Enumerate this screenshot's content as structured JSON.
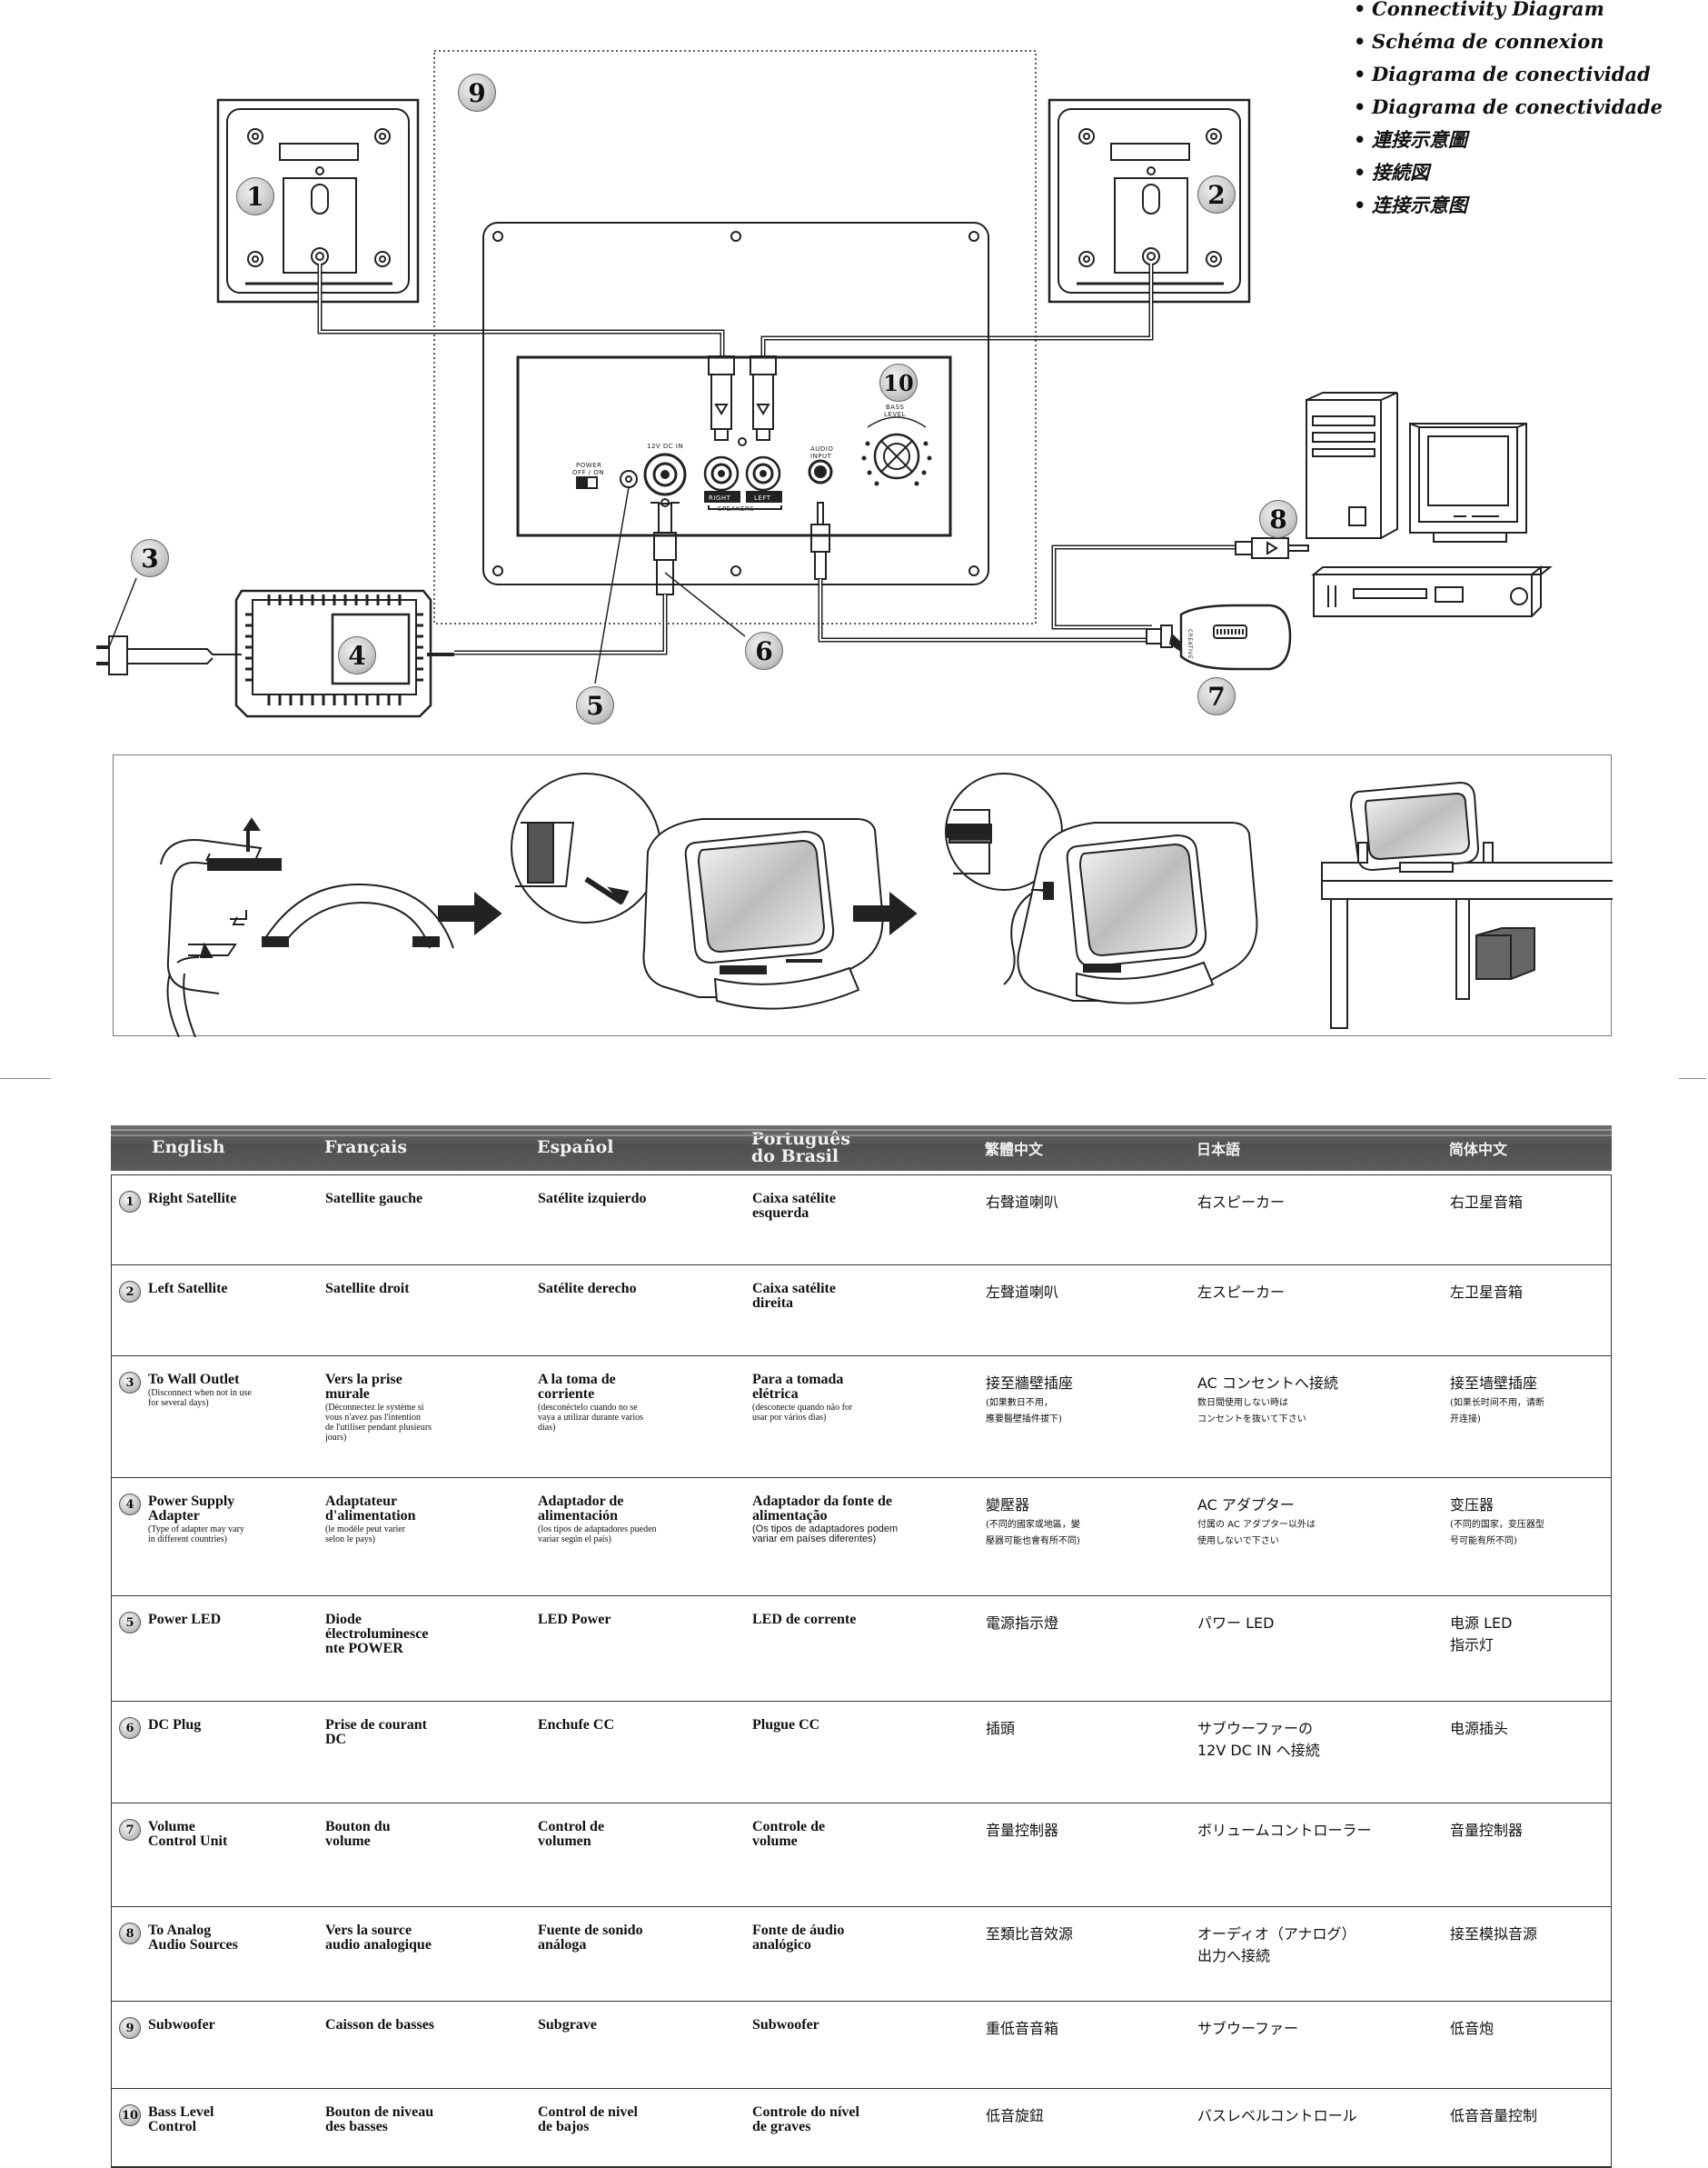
{
  "titles": [
    "Connectivity Diagram",
    "Schéma de connexion",
    "Diagrama de conectividad",
    "Diagrama de conectividade",
    "連接示意圖",
    "接続図",
    "连接示意图"
  ],
  "panel": {
    "power_label": "POWER",
    "power_states": "OFF / ON",
    "dc_in_label": "12V DC IN",
    "speakers_label": "SPEAKERS",
    "right_label": "RIGHT",
    "left_label": "LEFT",
    "audio_input_label": "AUDIO\nINPUT",
    "bass_level_label": "BASS\nLEVEL",
    "volume_brand": "CREATIVE"
  },
  "callouts": [
    "1",
    "2",
    "3",
    "4",
    "5",
    "6",
    "7",
    "8",
    "9",
    "10"
  ],
  "legend": {
    "headers": [
      "English",
      "Français",
      "Español",
      "Português\ndo Brasil",
      "繁體中文",
      "日本語",
      "简体中文"
    ],
    "rows": [
      {
        "num": "1",
        "cells": [
          {
            "text": "Right Satellite"
          },
          {
            "text": "Satellite gauche"
          },
          {
            "text": "Satélite izquierdo"
          },
          {
            "text": "Caixa satélite\nesquerda"
          },
          {
            "text": "右聲道喇叭"
          },
          {
            "text": "右スピーカー"
          },
          {
            "text": "右卫星音箱"
          }
        ]
      },
      {
        "num": "2",
        "cells": [
          {
            "text": "Left Satellite"
          },
          {
            "text": "Satellite droit"
          },
          {
            "text": "Satélite derecho"
          },
          {
            "text": "Caixa satélite\ndireita"
          },
          {
            "text": "左聲道喇叭"
          },
          {
            "text": "左スピーカー"
          },
          {
            "text": "左卫星音箱"
          }
        ]
      },
      {
        "num": "3",
        "cells": [
          {
            "text": "To Wall Outlet",
            "note": "(Disconnect when not in use\nfor several days)"
          },
          {
            "text": "Vers la prise\nmurale",
            "note": "(Déconnectez le système si\nvous n'avez pas l'intention\nde l'utiliser pendant plusieurs\njours)"
          },
          {
            "text": "A la toma de\ncorriente",
            "note": "(desconéctelo cuando no se\nvaya a utilizar durante varios\ndías)"
          },
          {
            "text": "Para a tomada\nelétrica",
            "note": "(desconecte quando não for\nusar por vários dias)"
          },
          {
            "text": "接至牆壁插座",
            "note": "(如果數日不用，\n應要醫壁插件拔下)"
          },
          {
            "text": "AC コンセントへ接続",
            "note": "数日間使用しない時は\nコンセントを抜いて下さい"
          },
          {
            "text": "接至墙壁插座",
            "note": "(如果长时间不用，请断\n开连接)"
          }
        ]
      },
      {
        "num": "4",
        "cells": [
          {
            "text": "Power Supply\nAdapter",
            "note": "(Type of adapter may vary\nin different countries)"
          },
          {
            "text": "Adaptateur\nd'alimentation",
            "note": "(le modèle peut varier\nselon le pays)"
          },
          {
            "text": "Adaptador de\nalimentación",
            "note": "(los tipos de adaptadores pueden\nvariar según el país)"
          },
          {
            "text": "Adaptador da fonte de\nalimentação",
            "note": "(Os tipos de adaptadores podem\nvariar em países diferentes)",
            "sans": true
          },
          {
            "text": "變壓器",
            "note": "(不同的國家或地區，變\n壓器可能也會有所不同)"
          },
          {
            "text": "AC アダプター",
            "note": "付属の AC アダプター以外は\n使用しないで下さい"
          },
          {
            "text": "变压器",
            "note": "(不同的国家，变压器型\n号可能有所不同)"
          }
        ]
      },
      {
        "num": "5",
        "cells": [
          {
            "text": "Power LED"
          },
          {
            "text": "Diode\nélectroluminesce\nnte POWER"
          },
          {
            "text": "LED Power"
          },
          {
            "text": "LED de corrente"
          },
          {
            "text": "電源指示燈"
          },
          {
            "text": "パワー LED"
          },
          {
            "text": "电源 LED\n指示灯"
          }
        ]
      },
      {
        "num": "6",
        "cells": [
          {
            "text": "DC Plug"
          },
          {
            "text": "Prise de courant\nDC"
          },
          {
            "text": "Enchufe CC"
          },
          {
            "text": "Plugue CC"
          },
          {
            "text": "插頭"
          },
          {
            "text": "サブウーファーの\n12V DC IN へ接続"
          },
          {
            "text": "电源插头"
          }
        ]
      },
      {
        "num": "7",
        "cells": [
          {
            "text": "Volume\nControl Unit"
          },
          {
            "text": "Bouton du\nvolume"
          },
          {
            "text": "Control de\nvolumen"
          },
          {
            "text": "Controle de\nvolume"
          },
          {
            "text": "音量控制器"
          },
          {
            "text": "ボリュームコントローラー"
          },
          {
            "text": "音量控制器"
          }
        ]
      },
      {
        "num": "8",
        "cells": [
          {
            "text": "To Analog\nAudio Sources"
          },
          {
            "text": "Vers la source\naudio analogique"
          },
          {
            "text": "Fuente de sonido\nanáloga"
          },
          {
            "text": "Fonte de áudio\nanalógico"
          },
          {
            "text": "至類比音效源"
          },
          {
            "text": "オーディオ（アナログ）\n出力へ接続"
          },
          {
            "text": "接至模拟音源"
          }
        ]
      },
      {
        "num": "9",
        "cells": [
          {
            "text": "Subwoofer"
          },
          {
            "text": "Caisson de basses"
          },
          {
            "text": "Subgrave"
          },
          {
            "text": "Subwoofer"
          },
          {
            "text": "重低音音箱"
          },
          {
            "text": "サブウーファー"
          },
          {
            "text": "低音炮"
          }
        ]
      },
      {
        "num": "10",
        "cells": [
          {
            "text": "Bass Level\nControl"
          },
          {
            "text": "Bouton de niveau\ndes basses"
          },
          {
            "text": "Control de nivel\nde bajos"
          },
          {
            "text": "Controle do nível\nde graves"
          },
          {
            "text": "低音旋鈕"
          },
          {
            "text": "バスレベルコントロール"
          },
          {
            "text": "低音音量控制"
          }
        ]
      }
    ]
  }
}
